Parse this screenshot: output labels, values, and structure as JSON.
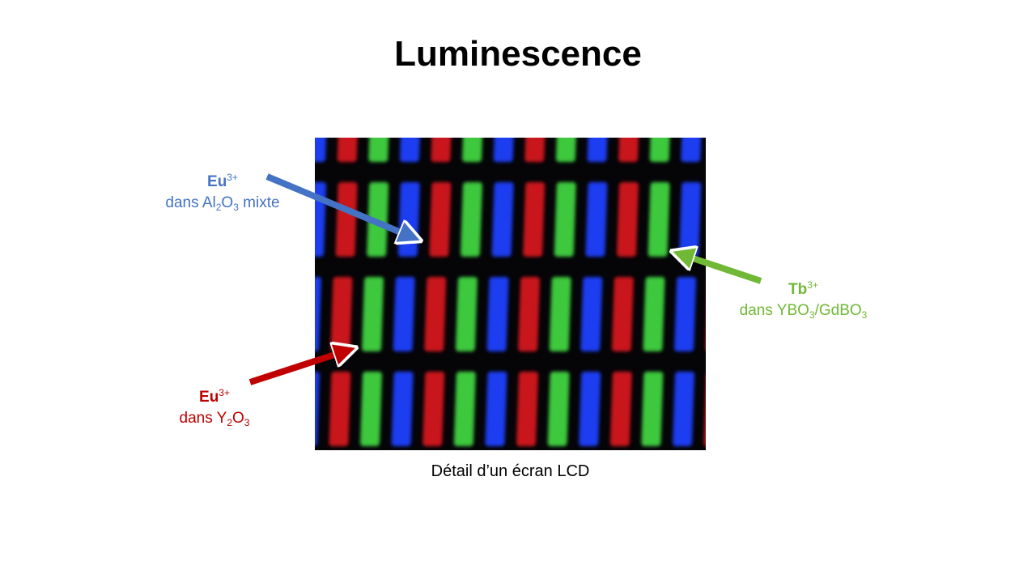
{
  "slide": {
    "title": "Luminescence",
    "caption": "Détail d’un écran LCD"
  },
  "colors": {
    "blue_label": "#4472c4",
    "red_label": "#c00000",
    "green_label": "#70b835",
    "pixel_blue": "#1f3cf0",
    "pixel_red": "#c8141e",
    "pixel_green": "#3cc83c"
  },
  "labels": {
    "blue": {
      "ion": "Eu",
      "charge": "3+",
      "host_prefix": "dans Al",
      "host_sub1": "2",
      "host_mid": "O",
      "host_sub2": "3",
      "host_suffix": " mixte"
    },
    "red": {
      "ion": "Eu",
      "charge": "3+",
      "host_prefix": "dans Y",
      "host_sub1": "2",
      "host_mid": "O",
      "host_sub2": "3"
    },
    "green": {
      "ion": "Tb",
      "charge": "3+",
      "host_prefix": "dans YBO",
      "host_sub1": "3",
      "host_mid": "/GdBO",
      "host_sub2": "3"
    }
  }
}
